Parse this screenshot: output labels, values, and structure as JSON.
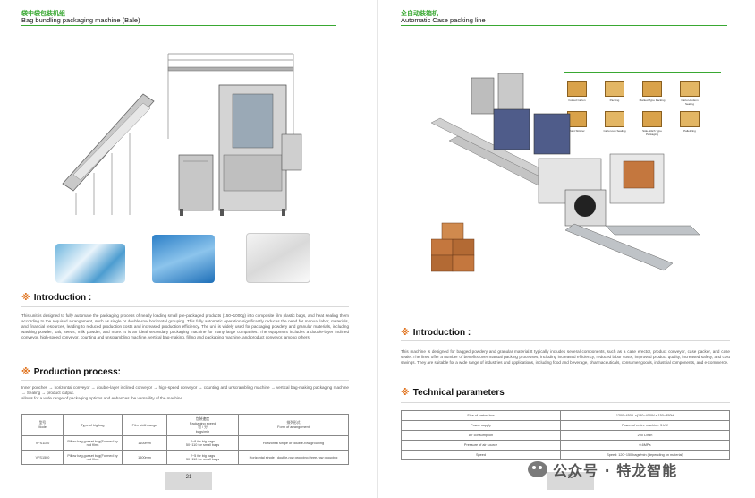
{
  "left": {
    "header_cn": "袋中袋包装机组",
    "header_en": "Bag bundling  packaging machine (Bale)",
    "intro_title": "Introduction :",
    "intro_text": "This unit is designed to fully automate the packaging process of neatly loading small pre-packaged products (150~1000g) into composite film plastic bags, and heat sealing them according to the required arrangement, such as single or double-row horizontal grouping. This fully automatic operation significantly reduces the need for manual labor, materials, and financial resources, leading to reduced production costs and increased production efficiency. The unit is widely used for packaging powdery and granular materials, including washing powder, salt, seeds, milk powder, and more. It is an ideal secondary packaging machine for many large companies. The equipment includes a double-layer inclined conveyor, high-speed conveyor, counting and unscrambling machine, vertical bag-making, filling and packaging machine, and product conveyor, among others.",
    "process_title": "Production process:",
    "process_text": "Inner pouches → horizontal conveyor → double-layer inclined conveyor → high-speed conveyor → counting and unscrambling machine → vertical bag-making packaging machine → Sealing → product output.\nallows for a wide range of packaging options and enhances the versatility of the machine.",
    "table": {
      "headers": [
        "型号\nModel",
        "Type of big bag",
        "Film width range",
        "包装速度\nPackaging speed\n包 / 分\nbags/min",
        "排列形式\nForm of arrangement"
      ],
      "rows": [
        [
          "VFS1100",
          "Pillow bag,gusset bag(Formed by rod film)",
          "1100mm",
          "4~8 for big bags\n50~110 for small bags",
          "Horizontal single or double-row grouping"
        ],
        [
          "VFS1500",
          "Pillow bag,gusset bag(Formed by rod film)",
          "1500mm",
          "2~5 for big bags\n30~110 for small bags",
          "Horizontal single , double-row grouping,three-row grouping"
        ]
      ]
    },
    "page_number": "21"
  },
  "right": {
    "header_cn": "全自动装箱机",
    "header_en": "Automatic Case packing line",
    "flow_steps": [
      "Folded Carton",
      "Packing",
      "Marked Type Packing",
      "Carton-bottom Sealing",
      "Joint Stitcher",
      "Carton-top Sealing",
      "Side-Stitch Type Packaging",
      "Palletizing"
    ],
    "intro_title": "Introduction :",
    "intro_text": "This machine is designed for bagged powdery and granular material.It typically includes several components, such as a case erector, product conveyor, case packer, and case sealer.The lines offer a number of benefits over manual packing processes, including increased efficiency, reduced labor costs, improved product quality, increased safety, and cost savings. They are suitable for a wide range of industries and applications, including food and beverage, pharmaceuticals, consumer goods, industrial components, and e-commerce.",
    "tech_title": "Technical parameters",
    "params": [
      [
        "Size of carton box",
        "1200~450 L x(150~400W x 150~350H"
      ],
      [
        "Power supply",
        "Power of entire machine: 5 kW"
      ],
      [
        "Air consumption",
        "200 L/min"
      ],
      [
        "Pressure of air source",
        "0.6MPa"
      ],
      [
        "Speed",
        "Speed: 120~150 bags/min (depending on material)"
      ]
    ],
    "page_number": "22"
  },
  "watermark": "公众号 · 特龙智能",
  "colors": {
    "accent_green": "#39a832",
    "accent_orange": "#e0731e"
  }
}
